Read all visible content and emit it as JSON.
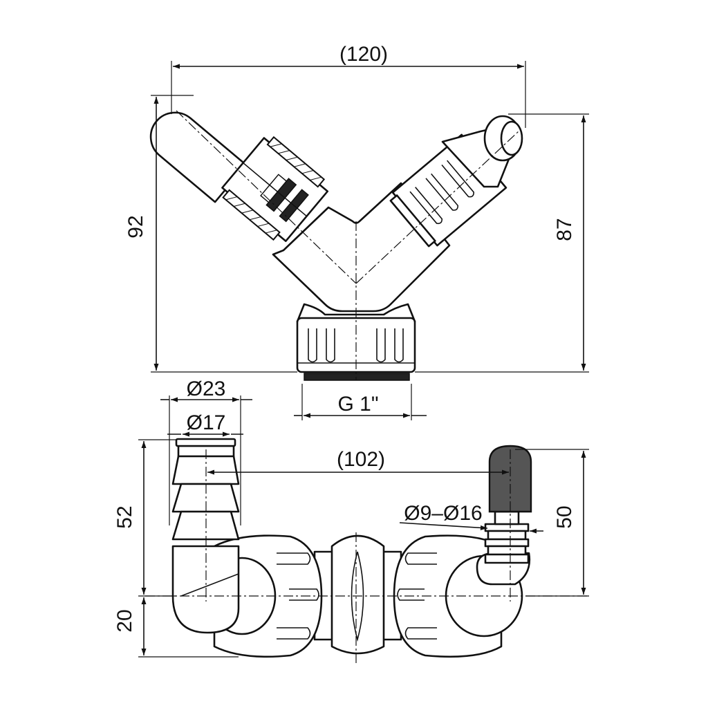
{
  "dimensions": {
    "top_width": "(120)",
    "left_height": "92",
    "right_height": "87",
    "thread": "G 1\"",
    "outer_diameter": "Ø23",
    "inner_diameter": "Ø17",
    "center_distance": "(102)",
    "left_nozzle_height": "52",
    "bottom_offset": "20",
    "hose_range": "Ø9–Ø16",
    "right_nozzle_height": "50"
  }
}
